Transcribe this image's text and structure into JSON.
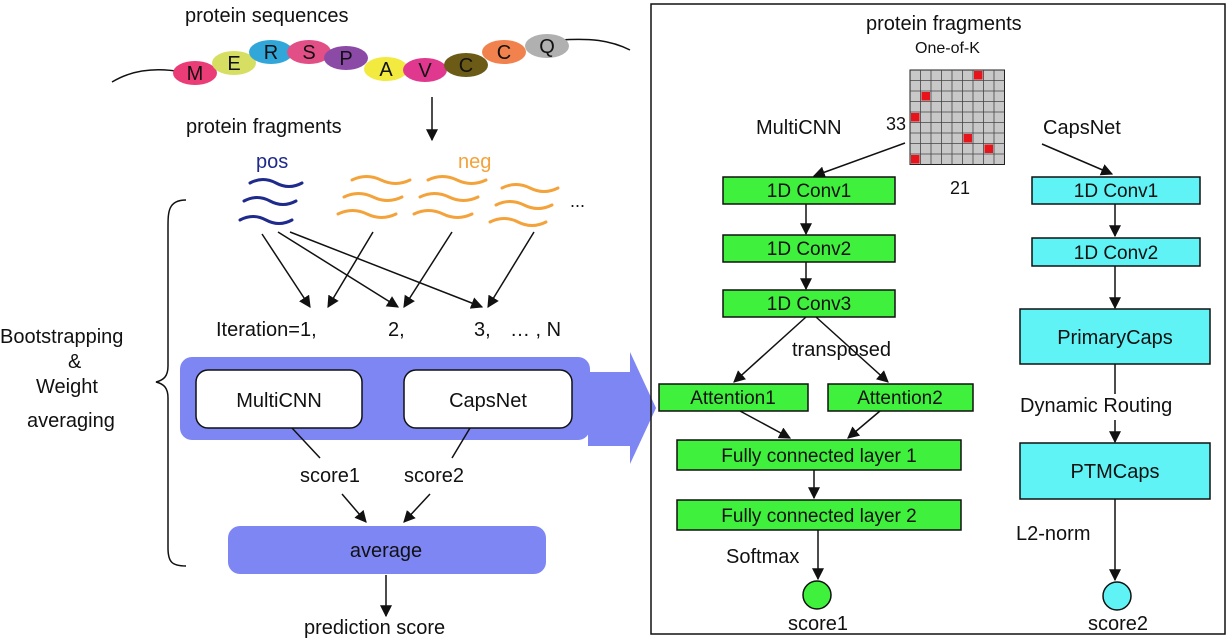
{
  "left": {
    "protein_sequences_label": "protein sequences",
    "residues": [
      "M",
      "E",
      "R",
      "S",
      "P",
      "A",
      "V",
      "C",
      "C",
      "Q"
    ],
    "residue_colors": [
      "#ea3d77",
      "#d7df63",
      "#31a7d9",
      "#e24f86",
      "#8b4aa6",
      "#f2ea3f",
      "#e1388f",
      "#6b5b17",
      "#f1824e",
      "#b0b0b0"
    ],
    "protein_fragments_label": "protein fragments",
    "pos_label": "pos",
    "neg_label": "neg",
    "pos_color": "#1e2a8c",
    "neg_color": "#f4a23a",
    "ellipsis": "...",
    "iteration_1": "Iteration=1,",
    "iteration_2": "2,",
    "iteration_3": "3,",
    "iteration_n": "… , N",
    "bootstrapping": "Bootstrapping",
    "ampersand": "&",
    "weight": "Weight",
    "averaging": "averaging",
    "model_multicnn": "MultiCNN",
    "model_capsnet": "CapsNet",
    "score1": "score1",
    "score2": "score2",
    "average": "average",
    "prediction_score": "prediction score",
    "band_color": "#7d86f3"
  },
  "right": {
    "title": "protein fragments",
    "encoding": "One-of-K",
    "rows_label": "33",
    "cols_label": "21",
    "multicnn_label": "MultiCNN",
    "capsnet_label": "CapsNet",
    "conv1": "1D Conv1",
    "conv2": "1D Conv2",
    "conv3": "1D Conv3",
    "transposed": "transposed",
    "attention1": "Attention1",
    "attention2": "Attention2",
    "fc1": "Fully connected layer 1",
    "fc2": "Fully connected layer 2",
    "softmax": "Softmax",
    "score1": "score1",
    "caps_conv1": "1D Conv1",
    "caps_conv2": "1D Conv2",
    "primarycaps": "PrimaryCaps",
    "dynamic_routing": "Dynamic  Routing",
    "ptmcaps": "PTMCaps",
    "l2norm": "L2-norm",
    "score2": "score2",
    "green_color": "#3ff03c",
    "cyan_color": "#5ff3f5"
  }
}
